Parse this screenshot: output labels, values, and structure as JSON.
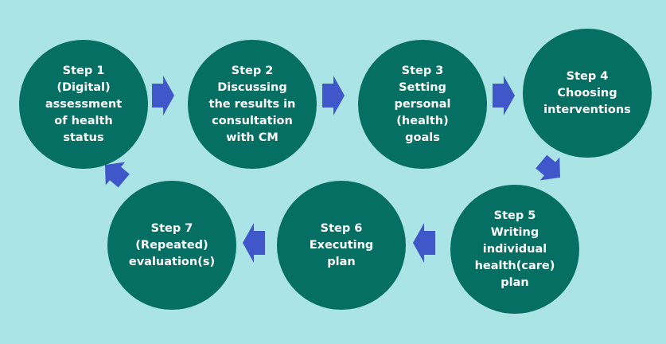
{
  "steps": [
    {
      "text": "Step 1\n(Digital)\nassessment\nof health\nstatus"
    },
    {
      "text": "Step 2\nDiscussing\nthe results in\nconsultation\nwith CM"
    },
    {
      "text": "Step 3\nSetting\npersonal\n(health)\ngoals"
    },
    {
      "text": "Step 4\nChoosing\ninterventions"
    },
    {
      "text": "Step 5\nWriting\nindividual\nhealth(care)\nplan"
    },
    {
      "text": "Step 6\nExecuting\nplan"
    },
    {
      "text": "Step 7\n(Repeated)\nevaluation(s)"
    }
  ],
  "colors": {
    "background": "#abe4e6",
    "circle": "#046f62",
    "arrow": "#3f57c9",
    "text": "#ffffff"
  }
}
